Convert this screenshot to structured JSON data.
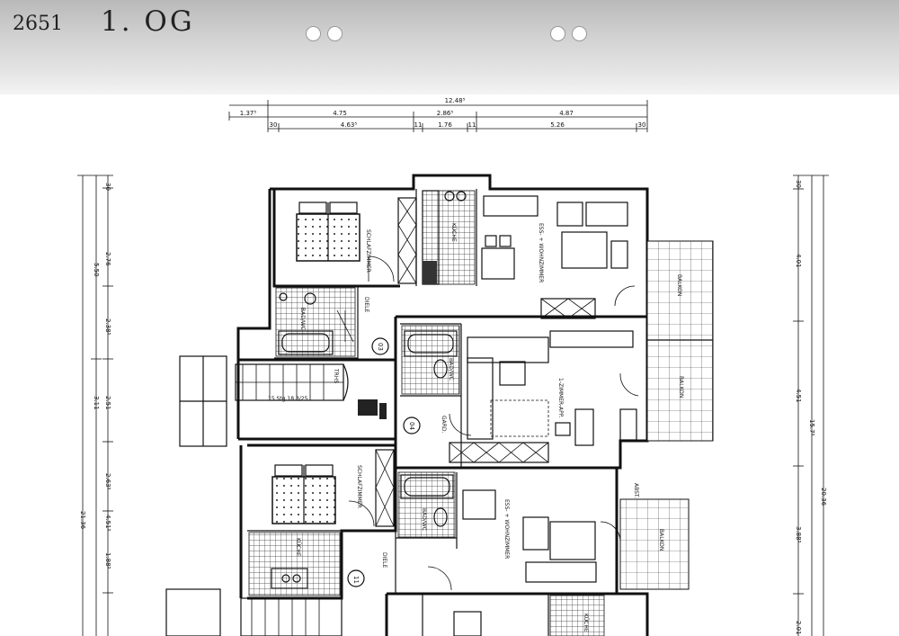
{
  "header": {
    "sheet_number": "2651",
    "floor_label": "1. OG"
  },
  "dimensions_top": {
    "overall": "12.48⁵",
    "row1": [
      "1.37⁵",
      "4.75",
      "2.86⁵",
      "4.87"
    ],
    "row2": [
      "30",
      "4.63⁵",
      "11",
      "1.76",
      "11",
      "5.26",
      "30"
    ]
  },
  "dimensions_left": {
    "chain_a": [
      "30",
      "2.76",
      "2.38⁵",
      "2.51",
      "2.63⁵",
      "4.51⁵",
      "1.88⁵"
    ],
    "chain_b": [
      "5.50",
      "3.11"
    ],
    "overall": "21.36"
  },
  "dimensions_right": {
    "chain_a": [
      "30",
      "4.01",
      "4.51",
      "3.88⁵",
      "2.01"
    ],
    "chain_b": [
      "15.7⁵"
    ],
    "overall": "20.36"
  },
  "rooms": {
    "schlafzimmer_1": "SCHLAFZIMMER",
    "kueche_1": "KÜCHE",
    "ess_wohn_1": "ESS- + WOHNZIMMER",
    "balkon_1": "BALKON",
    "bad_wc_1": "BAD/WC",
    "diele_1": "DIELE",
    "bad_wc_2": "BAD/WC",
    "treppe": "TRHS",
    "stair_note": "15 Stg.18.3/25",
    "zimmer_app": "1-ZIMMER-APP.",
    "balkon_2": "BALKON",
    "gard": "GARD.",
    "schlafzimmer_2": "SCHLAFZIMMER",
    "bad_wc_3": "BAD/WC",
    "ess_wohn_2": "ESS- + WOHNZIMMER",
    "abst": "ABST.",
    "balkon_3": "BALKON",
    "kueche_2": "KÜCHE",
    "diele_2": "DIELE",
    "kueche_3": "KÜCHE"
  },
  "unit_tags": [
    "03",
    "04",
    "11"
  ]
}
